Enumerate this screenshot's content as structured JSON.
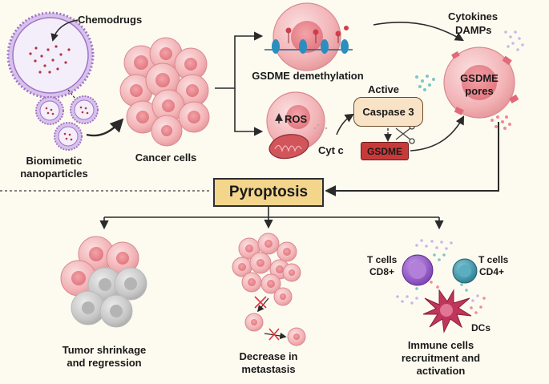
{
  "labels": {
    "chemodrugs": "Chemodrugs",
    "biomimetic_line1": "Biomimetic",
    "biomimetic_line2": "nanoparticles",
    "cancer_cells": "Cancer cells",
    "gsdme_demethylation": "GSDME demethylation",
    "ros": "ROS",
    "cyt_c": "Cyt c",
    "active": "Active",
    "caspase3": "Caspase 3",
    "gsdme": "GSDME",
    "cytokines": "Cytokines",
    "damps": "DAMPs",
    "gsdme_pores_line1": "GSDME",
    "gsdme_pores_line2": "pores",
    "pyroptosis": "Pyroptosis",
    "tumor_line1": "Tumor shrinkage",
    "tumor_line2": "and regression",
    "metastasis_line1": "Decrease in",
    "metastasis_line2": "metastasis",
    "tcells_cd8_line1": "T cells",
    "tcells_cd8_line2": "CD8+",
    "tcells_cd4_line1": "T cells",
    "tcells_cd4_line2": "CD4+",
    "dcs": "DCs",
    "immune_line1": "Immune cells",
    "immune_line2": "recruitment and",
    "immune_line3": "activation"
  },
  "colors": {
    "background": "#fdfbf0",
    "cancer_cell": "#f4b6b8",
    "cancer_cell_nucleus": "#e88c92",
    "dead_cell": "#c9c9c9",
    "nanoparticle_membrane": "#a67fc9",
    "pyroptosis_box": "#f3d58c",
    "caspase_box": "#f8e3c6",
    "gsdme_box": "#c83a3a",
    "cd8_cell": "#8e4fc4",
    "cd4_cell": "#2f8ea3",
    "dc_cell": "#c0355a"
  }
}
